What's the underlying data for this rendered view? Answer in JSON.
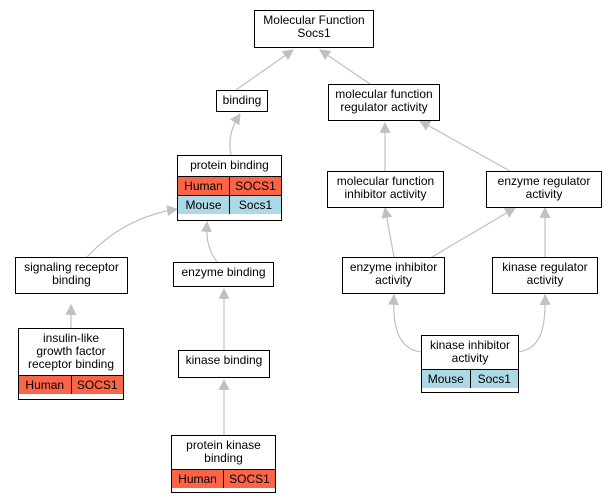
{
  "diagram": {
    "colors": {
      "human": "#fa6447",
      "mouse": "#add8e6",
      "edge": "#c0c0c0"
    },
    "nodes": {
      "root": {
        "label": "Molecular Function\nSocs1"
      },
      "binding": {
        "label": "binding"
      },
      "mfra": {
        "label": "molecular function\nregulator activity"
      },
      "protein_binding": {
        "label": "protein binding",
        "rows": [
          [
            "Human",
            "SOCS1"
          ],
          [
            "Mouse",
            "Socs1"
          ]
        ]
      },
      "mfia": {
        "label": "molecular function\ninhibitor activity"
      },
      "era": {
        "label": "enzyme regulator\nactivity"
      },
      "srb": {
        "label": "signaling receptor\nbinding"
      },
      "enzyme_binding": {
        "label": "enzyme binding"
      },
      "eia": {
        "label": "enzyme inhibitor\nactivity"
      },
      "kra": {
        "label": "kinase regulator\nactivity"
      },
      "igf": {
        "label": "insulin-like\ngrowth factor\nreceptor binding",
        "rows": [
          [
            "Human",
            "SOCS1"
          ]
        ]
      },
      "kinase_binding": {
        "label": "kinase binding"
      },
      "kia": {
        "label": "kinase inhibitor\nactivity",
        "rows": [
          [
            "Mouse",
            "Socs1"
          ]
        ]
      },
      "pkb": {
        "label": "protein kinase\nbinding",
        "rows": [
          [
            "Human",
            "SOCS1"
          ]
        ]
      }
    }
  }
}
